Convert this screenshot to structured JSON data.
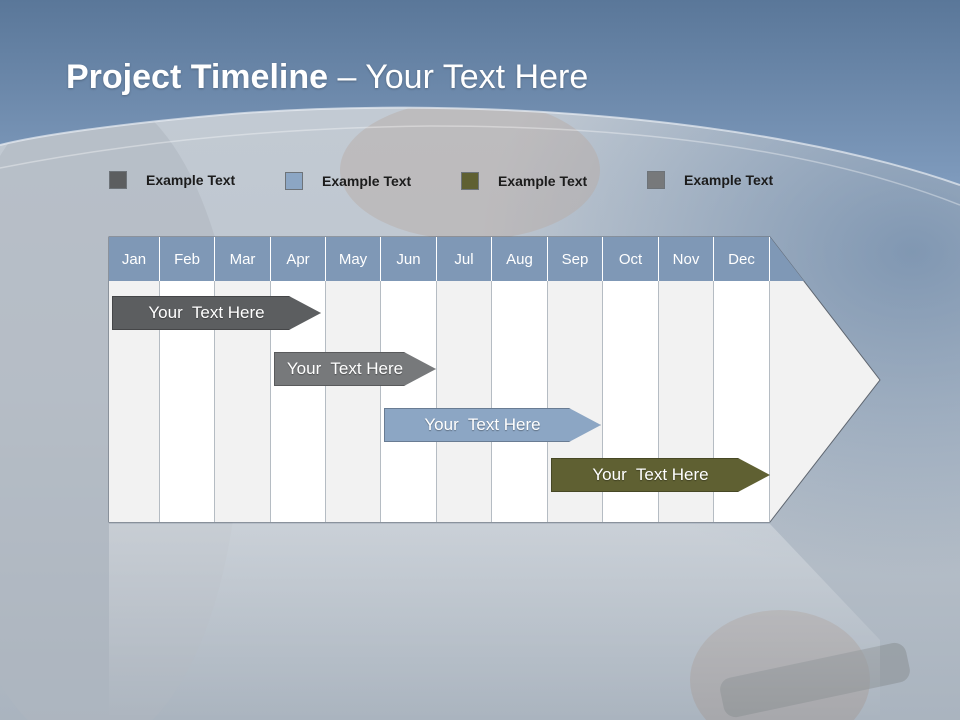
{
  "slide": {
    "title_bold": "Project Timeline",
    "title_rest": " – Your Text Here"
  },
  "legend": [
    {
      "label": "Example Text",
      "color": "#5c5e60"
    },
    {
      "label": "Example Text",
      "color": "#8ca6c4"
    },
    {
      "label": "Example Text",
      "color": "#5f6032"
    },
    {
      "label": "Example Text",
      "color": "#77797b"
    }
  ],
  "timeline": {
    "months": [
      "Jan",
      "Feb",
      "Mar",
      "Apr",
      "May",
      "Jun",
      "Jul",
      "Aug",
      "Sep",
      "Oct",
      "Nov",
      "Dec"
    ],
    "tasks": [
      {
        "label": "Your  Text Here",
        "color": "#5c5e60",
        "start_month": "Jan",
        "end_month": "Apr"
      },
      {
        "label": "Your  Text Here",
        "color": "#77797b",
        "start_month": "Apr",
        "end_month": "Jun"
      },
      {
        "label": "Your  Text Here",
        "color": "#8ca6c4",
        "start_month": "Jun",
        "end_month": "Sep"
      },
      {
        "label": "Your  Text Here",
        "color": "#5f6032",
        "start_month": "Sep",
        "end_month": "Dec"
      }
    ],
    "colors": {
      "header": "#7f98b6",
      "column_light": "#f2f2f2",
      "column_white": "#ffffff"
    }
  }
}
